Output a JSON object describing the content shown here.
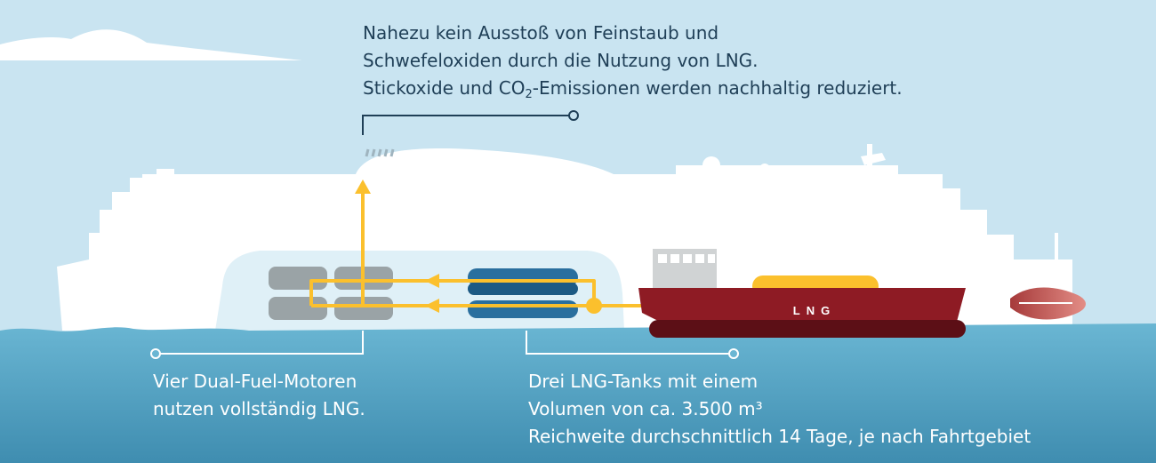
{
  "top_annotation": {
    "line1": "Nahezu kein Ausstoß von Feinstaub und",
    "line2": "Schwefeloxiden durch die Nutzung von LNG.",
    "line3_pre": "Stickoxide und CO",
    "line3_sub": "2",
    "line3_post": "-Emissionen werden nachhaltig reduziert."
  },
  "engines_annotation": {
    "line1": "Vier Dual-Fuel-Motoren",
    "line2": "nutzen vollständig LNG."
  },
  "tanks_annotation": {
    "line1": "Drei LNG-Tanks mit einem",
    "line2": "Volumen von ca. 3.500 m³",
    "line3": "Reichweite durchschnittlich 14 Tage, je nach Fahrtgebiet"
  },
  "tanker_label": "LNG",
  "colors": {
    "sky": "#c9e4f1",
    "sea_top": "#6ab6d3",
    "sea_bottom": "#3f8db0",
    "ship": "#ffffff",
    "hull_window": "#dff0f7",
    "flow": "#fbc02d",
    "engine": "#9aa3a6",
    "tank": "#2a6f9e",
    "tanker_hull": "#8e1b24",
    "tanker_bottom": "#5c0f16",
    "callout_line": "#1f3f57"
  }
}
